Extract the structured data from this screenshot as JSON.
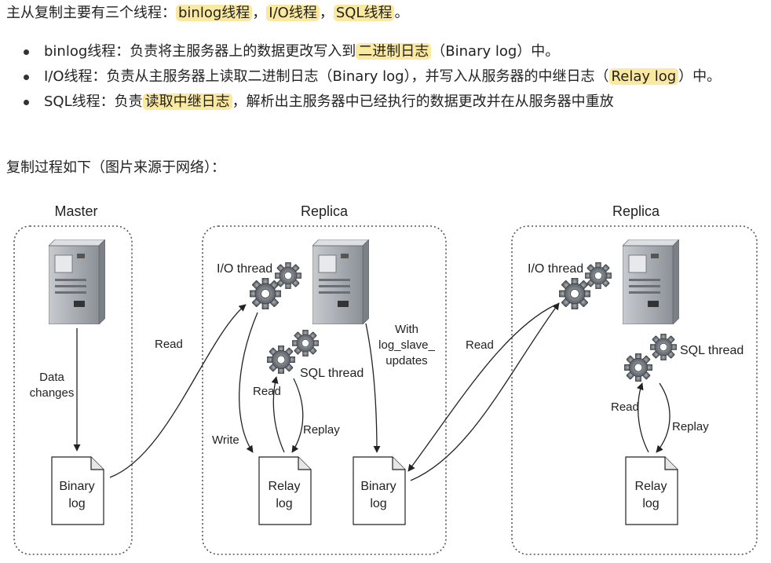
{
  "intro": {
    "prefix": "主从复制主要有三个线程：",
    "t1": "binlog线程",
    "sep1": "，",
    "t2": "I/O线程",
    "sep2": "，",
    "t3": "SQL线程",
    "suffix": "。"
  },
  "bullets": [
    {
      "a": "binlog线程：负责将主服务器上的数据更改写入到",
      "hl": "二进制日志",
      "b": "（Binary log）中。",
      "hl2": "",
      "c": ""
    },
    {
      "a": "I/O线程：负责从主服务器上读取二进制日志（Binary log），并写入从服务器的中继日志（",
      "hl": "Relay log",
      "b": "）中。",
      "hl2": "",
      "c": ""
    },
    {
      "a": "SQL线程：负责",
      "hl": "读取中继日志",
      "b": "，解析出主服务器中已经执行的数据更改并在从服务器中重放",
      "hl2": "",
      "c": ""
    }
  ],
  "caption": "复制过程如下（图片来源于网络）：",
  "diagram": {
    "panels": [
      "Master",
      "Replica",
      "Replica"
    ],
    "labels": {
      "io_thread": "I/O thread",
      "sql_thread": "SQL thread",
      "read": "Read",
      "write": "Write",
      "replay": "Replay",
      "data_changes": [
        "Data",
        "changes"
      ],
      "with_updates": [
        "With",
        "log_slave_",
        "updates"
      ],
      "binary_log": [
        "Binary",
        "log"
      ],
      "relay_log": [
        "Relay",
        "log"
      ]
    }
  }
}
